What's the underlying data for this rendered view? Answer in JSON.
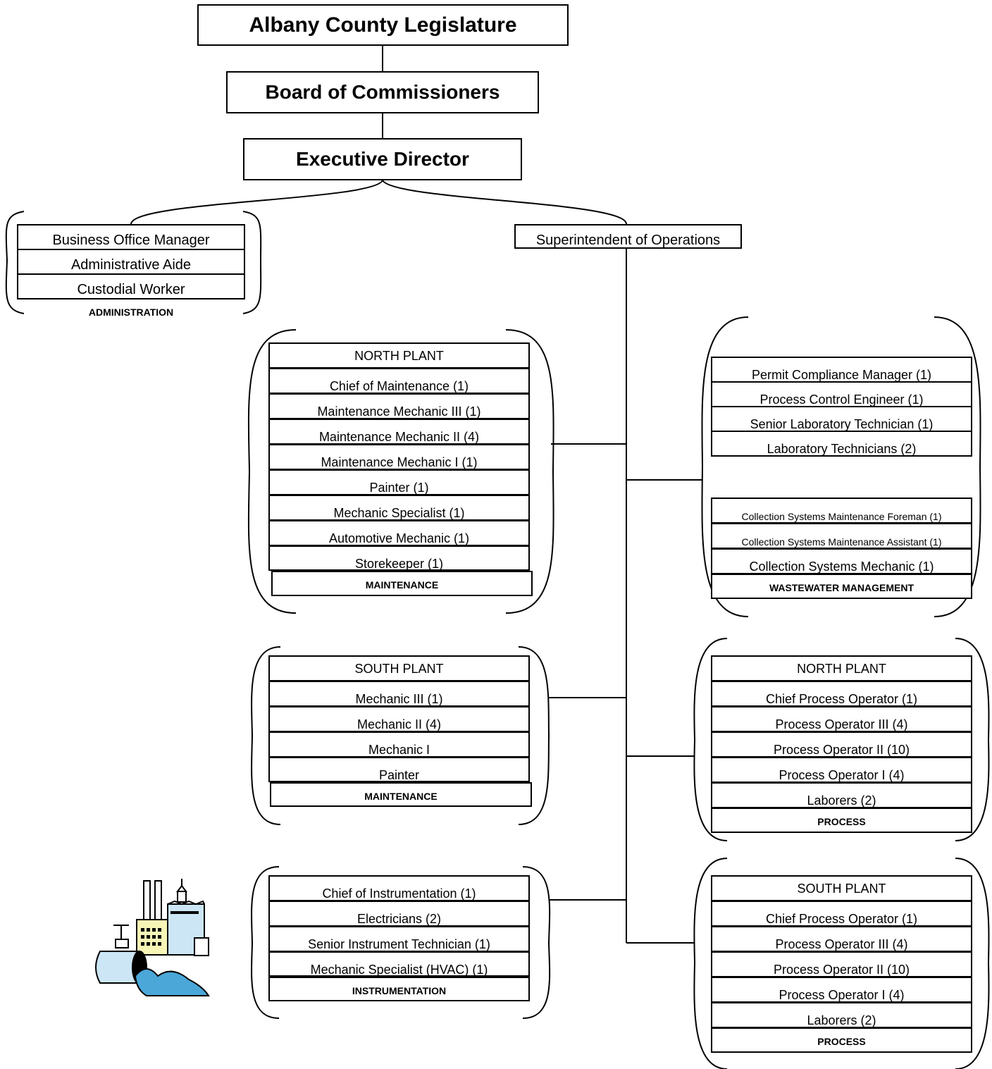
{
  "top": {
    "legislature": "Albany County Legislature",
    "board": "Board of Commissioners",
    "director": "Executive Director",
    "superintendent": "Superintendent of Operations"
  },
  "administration": {
    "items": [
      "Business Office Manager",
      "Administrative Aide",
      "Custodial Worker"
    ],
    "label": "ADMINISTRATION"
  },
  "maintenance_north": {
    "header": "NORTH PLANT",
    "items": [
      "Chief of Maintenance (1)",
      "Maintenance Mechanic III (1)",
      "Maintenance Mechanic II (4)",
      "Maintenance Mechanic I (1)",
      "Painter (1)",
      "Mechanic Specialist (1)",
      "Automotive Mechanic (1)",
      "Storekeeper (1)"
    ],
    "label": "MAINTENANCE"
  },
  "maintenance_south": {
    "header": "SOUTH PLANT",
    "items": [
      "Mechanic III (1)",
      "Mechanic II (4)",
      "Mechanic I",
      "Painter"
    ],
    "label": "MAINTENANCE"
  },
  "instrumentation": {
    "items": [
      "Chief of Instrumentation (1)",
      "Electricians (2)",
      "Senior Instrument Technician (1)",
      "Mechanic Specialist (HVAC) (1)"
    ],
    "label": "INSTRUMENTATION"
  },
  "wastewater": {
    "items_a": [
      "Permit Compliance Manager (1)",
      "Process Control Engineer (1)",
      "Senior Laboratory Technician (1)",
      "Laboratory Technicians (2)"
    ],
    "items_b": [
      "Collection Systems Maintenance Foreman (1)",
      "Collection Systems Maintenance Assistant (1)",
      "Collection Systems Mechanic (1)"
    ],
    "label": "WASTEWATER MANAGEMENT"
  },
  "process_north": {
    "header": "NORTH PLANT",
    "items": [
      "Chief Process Operator (1)",
      "Process Operator III (4)",
      "Process Operator II (10)",
      "Process Operator I (4)",
      "Laborers (2)"
    ],
    "label": "PROCESS"
  },
  "process_south": {
    "header": "SOUTH PLANT",
    "items": [
      "Chief Process Operator (1)",
      "Process Operator III (4)",
      "Process Operator II (10)",
      "Process Operator I (4)",
      "Laborers (2)"
    ],
    "label": "PROCESS"
  },
  "icons": {
    "plant": "treatment-plant-icon"
  }
}
